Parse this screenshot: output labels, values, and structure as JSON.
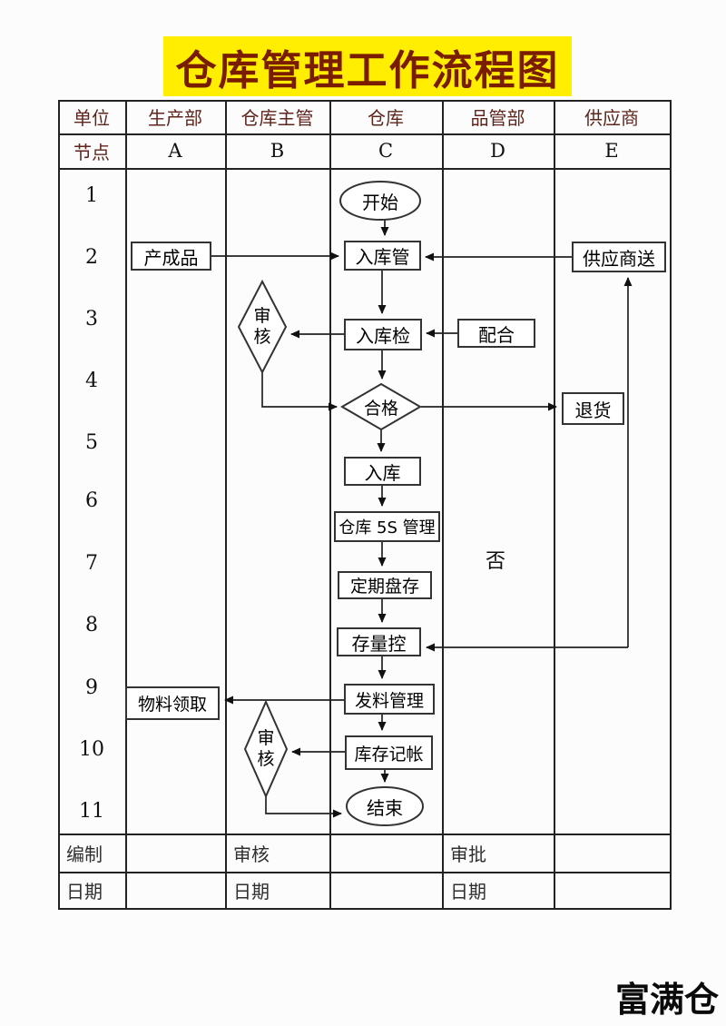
{
  "title": "仓库管理工作流程图",
  "brand": "富满仓",
  "colors": {
    "title_bg": "#ffee00",
    "title_text": "#7a1c00",
    "header_text": "#5f241c",
    "line": "#222222"
  },
  "table": {
    "unit_label": "单位",
    "node_label": "节点",
    "dept_columns": [
      "生产部",
      "仓库主管",
      "仓库",
      "品管部",
      "供应商"
    ],
    "node_ids": [
      "A",
      "B",
      "C",
      "D",
      "E"
    ],
    "row_numbers": [
      "1",
      "2",
      "3",
      "4",
      "5",
      "6",
      "7",
      "8",
      "9",
      "10",
      "11"
    ],
    "footer": {
      "prepared": "编制",
      "reviewed": "审核",
      "approved": "审批",
      "date": "日期"
    }
  },
  "flow": {
    "start": "开始",
    "finished_goods": "产成品",
    "inbound_mgmt": "入库管",
    "supplier_delivery": "供应商送",
    "review_1": "审核",
    "inbound_inspect": "入库检",
    "cooperate": "配合",
    "qualified": "合格",
    "no_label": "否",
    "return_goods": "退货",
    "put_in": "入库",
    "warehouse_5s": "仓库 5S 管理",
    "periodic_count": "定期盘存",
    "stock_control": "存量控",
    "issue_mgmt": "发料管理",
    "material_pickup": "物料领取",
    "stock_ledger": "库存记帐",
    "review_2": "审核",
    "end": "结束"
  }
}
